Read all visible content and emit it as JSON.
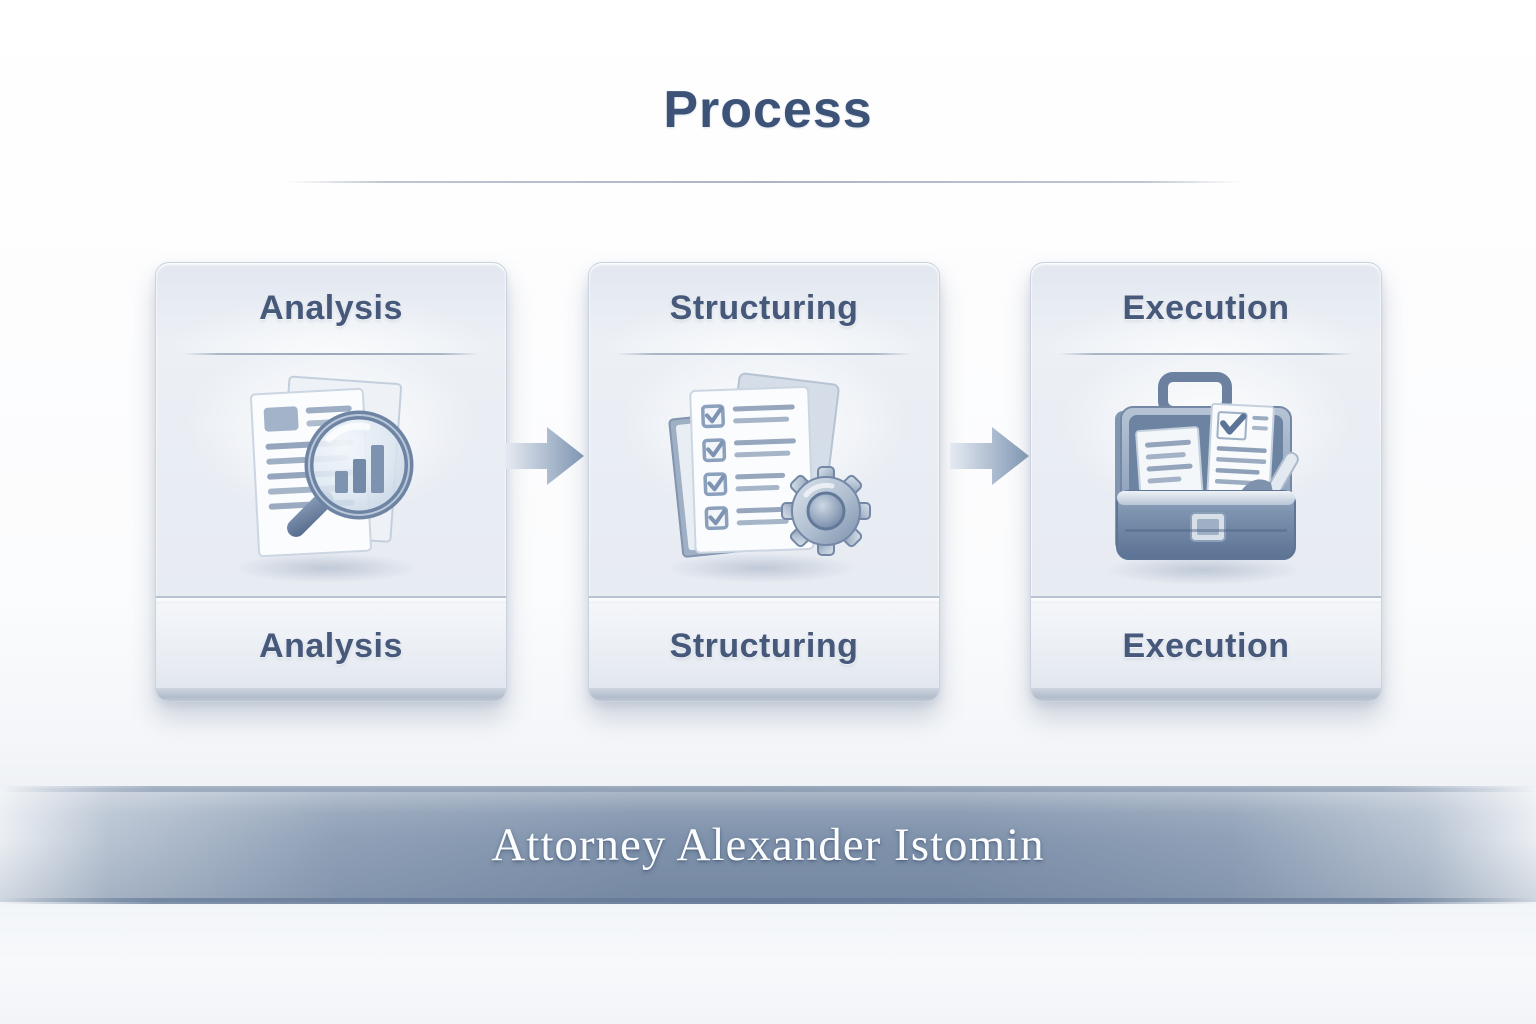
{
  "page": {
    "title": "Process"
  },
  "steps": [
    {
      "title": "Analysis",
      "caption": "Analysis",
      "icon": "document-magnifier-chart-icon"
    },
    {
      "title": "Structuring",
      "caption": "Structuring",
      "icon": "checklist-gear-icon"
    },
    {
      "title": "Execution",
      "caption": "Execution",
      "icon": "briefcase-documents-icon"
    }
  ],
  "arrows": [
    {
      "name": "arrow-step1-to-step2",
      "direction": "right"
    },
    {
      "name": "arrow-step2-to-step3",
      "direction": "right"
    }
  ],
  "banner": {
    "text": "Attorney Alexander Istomin"
  },
  "colors": {
    "title_text": "#3d5277",
    "card_text": "#47597b",
    "card_background": "#e8ecf3",
    "banner_background": "#7c8fa9",
    "banner_text": "#fcfdfe",
    "arrow": "#7f96b3",
    "page_background": "#fbfcfd"
  }
}
